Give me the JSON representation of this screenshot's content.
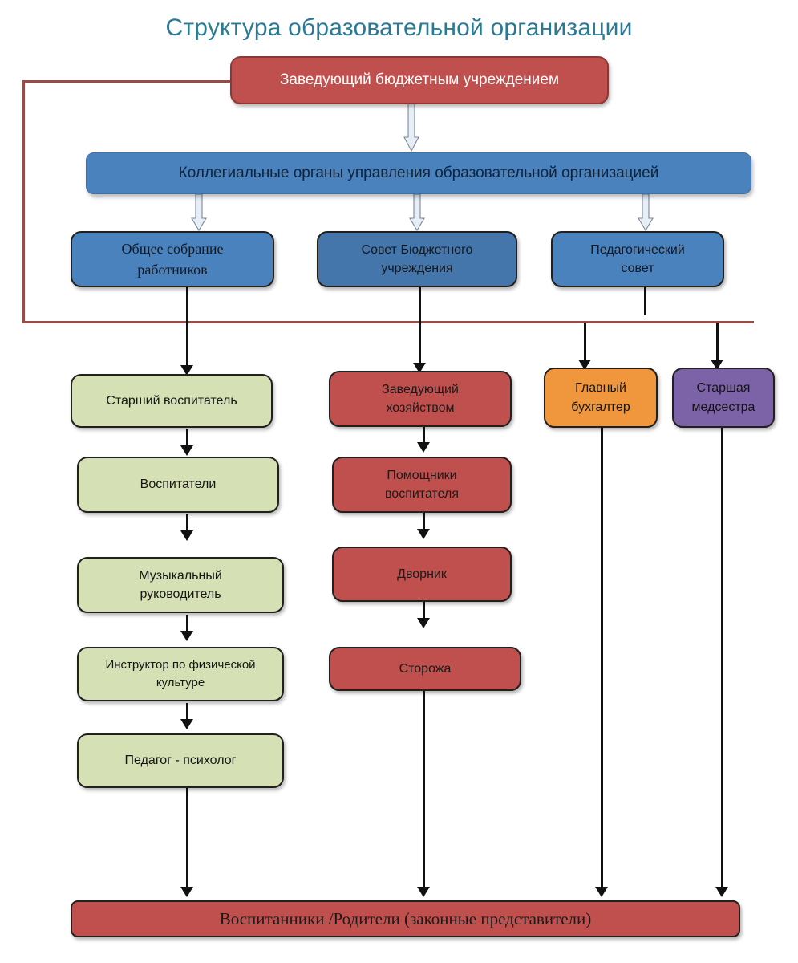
{
  "title": "Структура образовательной организации",
  "title_color": "#2a7a96",
  "palette": {
    "red": "#c0504d",
    "red_border": "#8c3836",
    "blue": "#4a82bd",
    "blue_dark": "#4576ab",
    "green": "#d5e0b4",
    "orange": "#f0963c",
    "purple": "#7c62a6",
    "line_black": "#111111",
    "line_red": "#9c4a48"
  },
  "nodes": {
    "director": "Заведующий бюджетным учреждением",
    "collegial_band": "Коллегиальные органы управления образовательной организацией",
    "general_meeting": "Общее собрание\nработников",
    "general_meeting_l1": "Общее собрание",
    "general_meeting_l2": "работников",
    "council_l1": "Совет Бюджетного",
    "council_l2": "учреждения",
    "pedcouncil_l1": "Педагогический",
    "pedcouncil_l2": "совет",
    "senior_teacher": "Старший воспитатель",
    "teachers": "Воспитатели",
    "music_l1": "Музыкальный",
    "music_l2": "руководитель",
    "pe_l1": "Инструктор по физической",
    "pe_l2": "культуре",
    "psychologist": "Педагог - психолог",
    "housekeeper_l1": "Заведующий",
    "housekeeper_l2": "хозяйством",
    "assistants_l1": "Помощники",
    "assistants_l2": "воспитателя",
    "janitor": "Дворник",
    "watchmen": "Сторожа",
    "accountant_l1": "Главный",
    "accountant_l2": "бухгалтер",
    "nurse_l1": "Старшая",
    "nurse_l2": "медсестра",
    "pupils_parents": "Воспитанники /Родители (законные представители)"
  },
  "chart_data": {
    "type": "diagram",
    "title": "Структура образовательной организации",
    "levels": [
      {
        "level": 1,
        "items": [
          "Заведующий бюджетным учреждением"
        ]
      },
      {
        "level": 2,
        "items": [
          "Коллегиальные органы управления образовательной организацией"
        ]
      },
      {
        "level": 3,
        "items": [
          "Общее собрание работников",
          "Совет Бюджетного учреждения",
          "Педагогический совет"
        ]
      },
      {
        "level": 4,
        "items": [
          "Старший воспитатель",
          "Заведующий хозяйством",
          "Главный бухгалтер",
          "Старшая медсестра"
        ]
      },
      {
        "level": 5,
        "items": [
          "Воспитатели",
          "Помощники воспитателя"
        ]
      },
      {
        "level": 6,
        "items": [
          "Музыкальный руководитель",
          "Дворник"
        ]
      },
      {
        "level": 7,
        "items": [
          "Инструктор по физической культуре",
          "Сторожа"
        ]
      },
      {
        "level": 8,
        "items": [
          "Педагог - психолог"
        ]
      },
      {
        "level": 9,
        "items": [
          "Воспитанники /Родители (законные представители)"
        ]
      }
    ],
    "edges": [
      {
        "from": "Заведующий бюджетным учреждением",
        "to": "Коллегиальные органы управления образовательной организацией",
        "style": "block-arrow"
      },
      {
        "from": "Коллегиальные органы управления образовательной организацией",
        "to": "Общее собрание работников",
        "style": "block-arrow"
      },
      {
        "from": "Коллегиальные органы управления образовательной организацией",
        "to": "Совет Бюджетного учреждения",
        "style": "block-arrow"
      },
      {
        "from": "Коллегиальные органы управления образовательной организацией",
        "to": "Педагогический совет",
        "style": "block-arrow"
      },
      {
        "from": "Общее собрание работников",
        "to": "Старший воспитатель",
        "style": "arrow"
      },
      {
        "from": "Совет Бюджетного учреждения",
        "to": "Заведующий хозяйством",
        "style": "arrow"
      },
      {
        "from": "Педагогический совет",
        "to": "Главный бухгалтер",
        "style": "arrow"
      },
      {
        "from": "Заведующий бюджетным учреждением",
        "to": "Старшая медсестра",
        "style": "red-route"
      },
      {
        "from": "Старший воспитатель",
        "to": "Воспитатели",
        "style": "arrow"
      },
      {
        "from": "Воспитатели",
        "to": "Музыкальный руководитель",
        "style": "arrow"
      },
      {
        "from": "Музыкальный руководитель",
        "to": "Инструктор по физической культуре",
        "style": "arrow"
      },
      {
        "from": "Инструктор по физической культуре",
        "to": "Педагог - психолог",
        "style": "arrow"
      },
      {
        "from": "Педагог - психолог",
        "to": "Воспитанники /Родители (законные представители)",
        "style": "arrow"
      },
      {
        "from": "Заведующий хозяйством",
        "to": "Помощники воспитателя",
        "style": "arrow"
      },
      {
        "from": "Помощники воспитателя",
        "to": "Дворник",
        "style": "arrow"
      },
      {
        "from": "Дворник",
        "to": "Сторожа",
        "style": "arrow"
      },
      {
        "from": "Сторожа",
        "to": "Воспитанники /Родители (законные представители)",
        "style": "arrow"
      },
      {
        "from": "Главный бухгалтер",
        "to": "Воспитанники /Родители (законные представители)",
        "style": "arrow"
      },
      {
        "from": "Старшая медсестра",
        "to": "Воспитанники /Родители (законные представители)",
        "style": "arrow"
      }
    ]
  }
}
